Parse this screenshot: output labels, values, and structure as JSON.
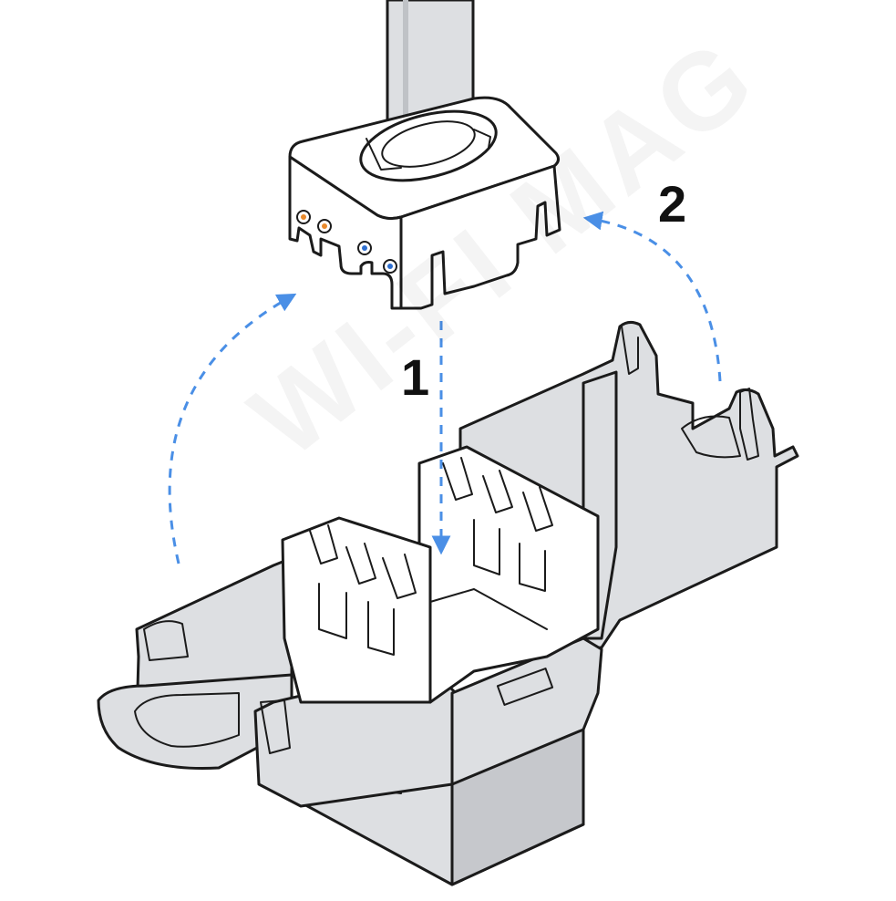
{
  "steps": {
    "step1": "1",
    "step2": "2"
  },
  "watermark": "WI-FI MAG",
  "colors": {
    "arrow": "#4a8fe6",
    "outline": "#1b1b1b",
    "body": "#dddfe2",
    "body_dark": "#c6c8cc",
    "face": "#ffffff",
    "wire_orange": "#e98a2c",
    "wire_blue": "#2e6fd0"
  }
}
